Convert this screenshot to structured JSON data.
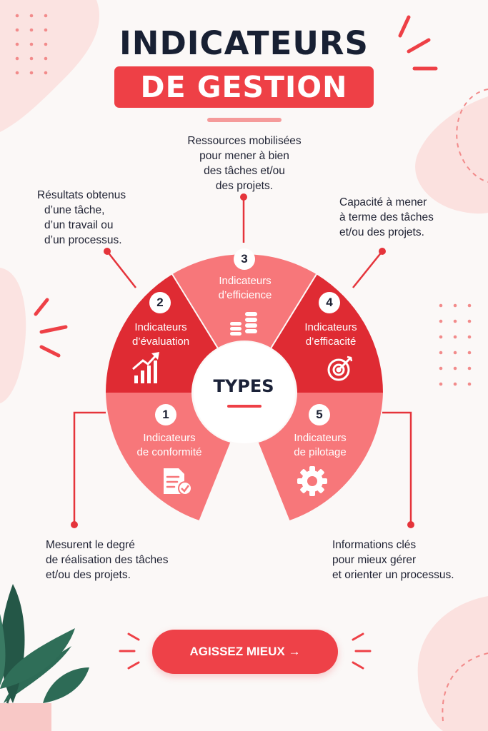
{
  "title": {
    "line1": "INDICATEURS",
    "line2": "DE GESTION"
  },
  "center_label": "TYPES",
  "segments": [
    {
      "number": "1",
      "line1": "Indicateurs",
      "line2": "de conformité",
      "icon": "checklist-document-icon",
      "description": [
        "Mesurent le degré",
        "de réalisation des tâches",
        "et/ou des projets."
      ]
    },
    {
      "number": "2",
      "line1": "Indicateurs",
      "line2": "d’évaluation",
      "icon": "growth-chart-icon",
      "description": [
        "Résultats obtenus",
        "d’une tâche,",
        "d’un travail ou",
        "d’un processus."
      ]
    },
    {
      "number": "3",
      "line1": "Indicateurs",
      "line2": "d’efficience",
      "icon": "coin-stack-icon",
      "description": [
        "Ressources mobilisées",
        "pour mener à bien",
        "des tâches et/ou",
        "des projets."
      ]
    },
    {
      "number": "4",
      "line1": "Indicateurs",
      "line2": "d’efficacité",
      "icon": "target-icon",
      "description": [
        "Capacité à mener",
        "à terme des tâches",
        "et/ou des projets."
      ]
    },
    {
      "number": "5",
      "line1": "Indicateurs",
      "line2": "de pilotage",
      "icon": "gear-icon",
      "description": [
        "Informations clés",
        "pour mieux gérer",
        "et orienter un processus."
      ]
    }
  ],
  "cta": {
    "label": "AGISSEZ MIEUX →"
  },
  "colors": {
    "dark_red": "#df2b33",
    "salmon": "#f7777a",
    "accent": "#ee4046",
    "navy": "#182033"
  }
}
